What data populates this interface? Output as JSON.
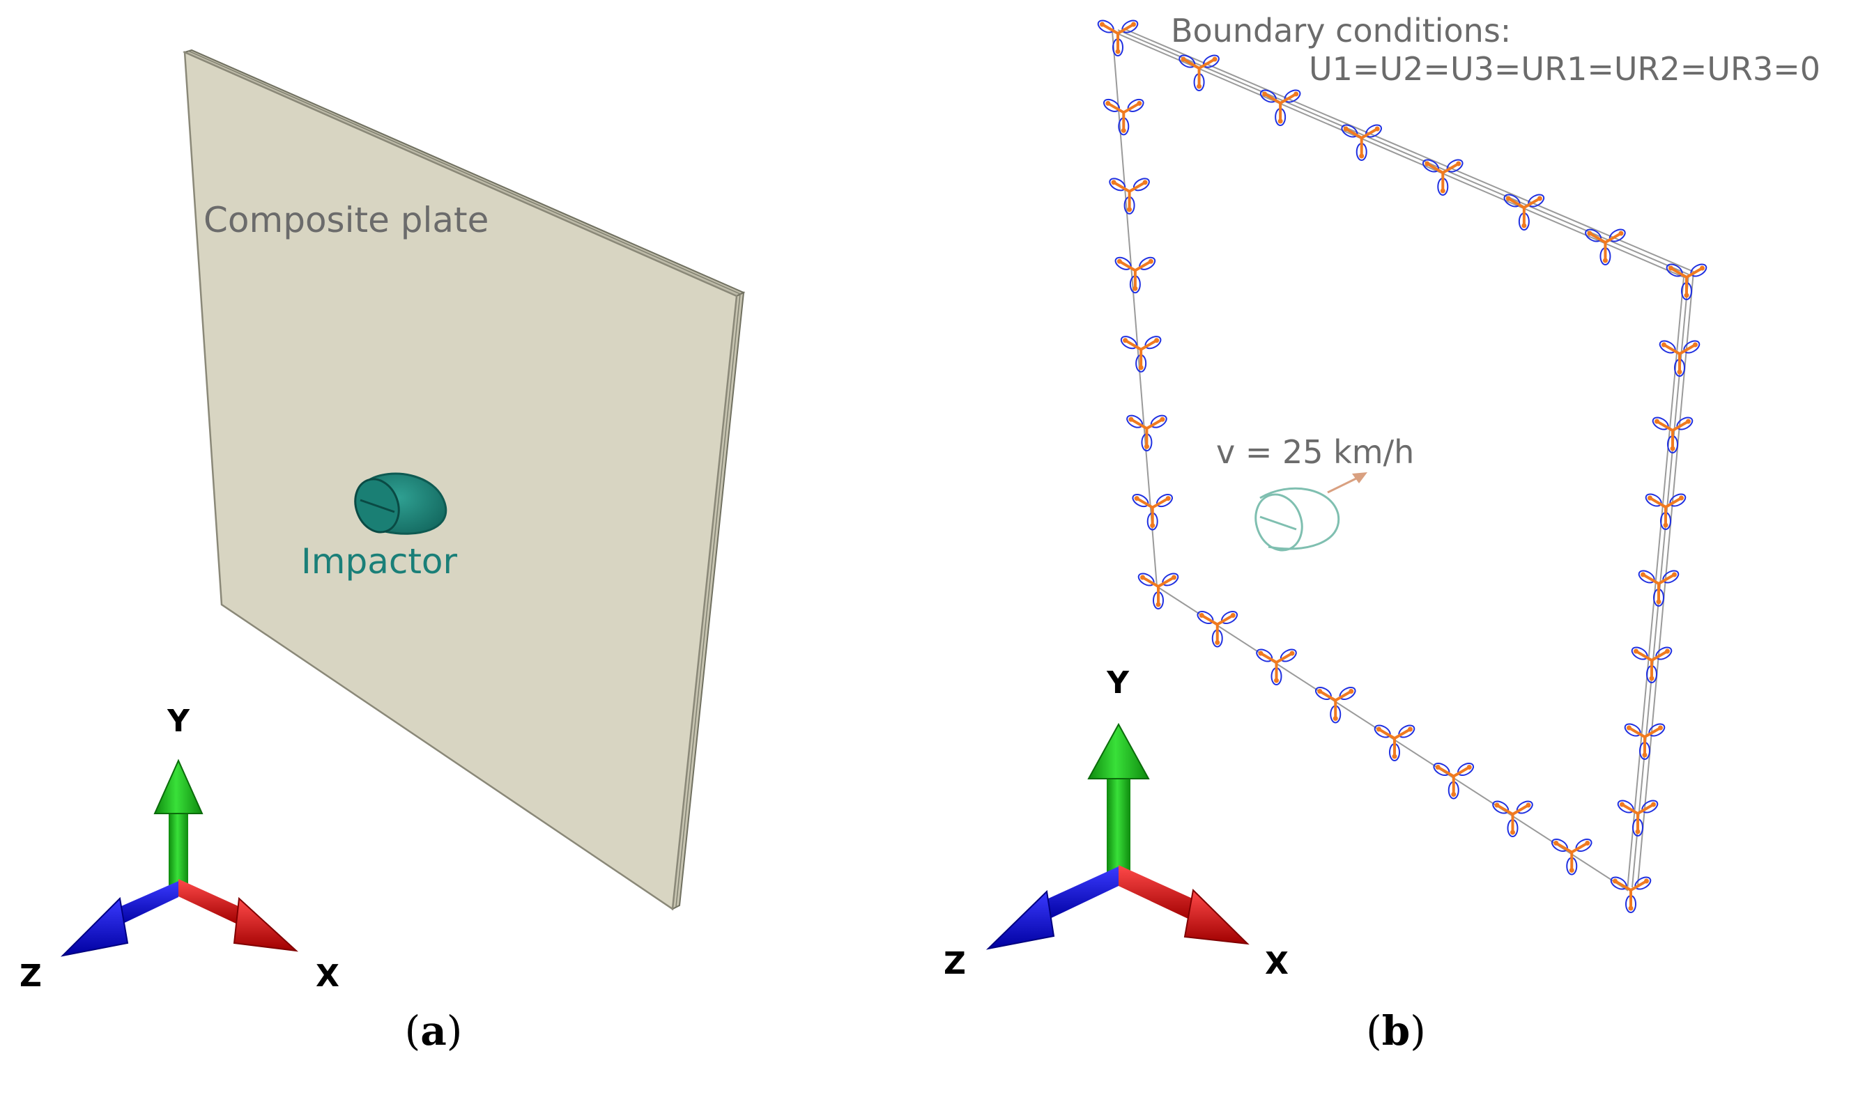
{
  "panel_a": {
    "plate_label": "Composite plate",
    "impactor_label": "Impactor",
    "caption_open": "(",
    "caption_letter": "a",
    "caption_close": ")",
    "axes": {
      "x": "X",
      "y": "Y",
      "z": "Z"
    }
  },
  "panel_b": {
    "bc_title": "Boundary conditions:",
    "bc_equation": "U1=U2=U3=UR1=UR2=UR3=0",
    "velocity_label": "v = 25 km/h",
    "caption_open": "(",
    "caption_letter": "b",
    "caption_close": ")",
    "axes": {
      "x": "X",
      "y": "Y",
      "z": "Z"
    }
  },
  "colors": {
    "plate_face": "#d8d5c2",
    "plate_edge": "#8a8878",
    "impactor": "#1f8578",
    "impactor_outline": "#7fbfb0",
    "axis_x": "#e01818",
    "axis_y": "#18c018",
    "axis_z": "#1010c8",
    "bc_orange": "#f07a20",
    "bc_blue": "#2030e0",
    "text_gray": "#6b6b6b",
    "text_teal": "#1a7f78",
    "arrow_velocity": "#d9a080"
  }
}
